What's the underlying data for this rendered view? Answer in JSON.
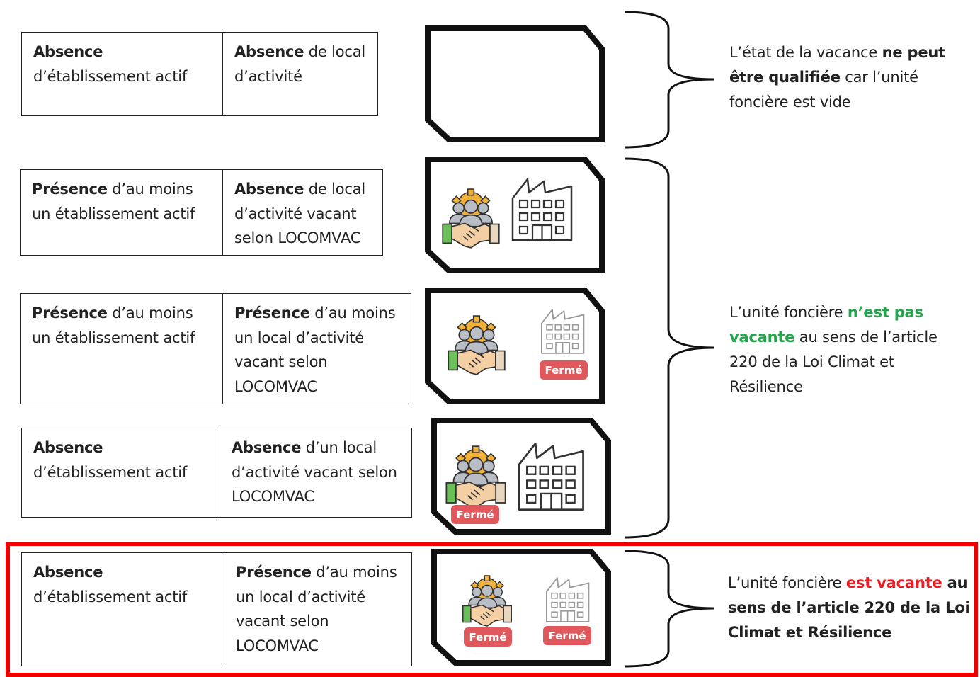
{
  "rows": [
    {
      "etab_bold": "Absence",
      "etab_rest": "d’établissement actif",
      "local_bold": "Absence",
      "local_rest": " de local d’activité"
    },
    {
      "etab_bold": "Présence",
      "etab_rest": " d’au moins un établissement actif",
      "local_bold": "Absence",
      "local_rest": " de local d’activité vacant selon LOCOMVAC"
    },
    {
      "etab_bold": "Présence",
      "etab_rest": " d’au moins un établissement actif",
      "local_bold": "Présence",
      "local_rest": " d’au moins un local d’activité vacant selon LOCOMVAC"
    },
    {
      "etab_bold": "Absence",
      "etab_rest": "d’établissement actif",
      "local_bold": "Absence",
      "local_rest": " d’un local d’activité vacant selon LOCOMVAC"
    },
    {
      "etab_bold": "Absence",
      "etab_rest": "d’établissement actif",
      "local_bold": "Présence",
      "local_rest": " d’au moins un local d’activité vacant selon LOCOMVAC"
    }
  ],
  "badge_label": "Fermé",
  "icons": {
    "establishment": "team-handshake-icon",
    "local": "building-icon"
  },
  "descriptions": {
    "empty": {
      "t1": "L’état de la vacance ",
      "t2": "ne peut être qualifiée",
      "t3": " car l’unité foncière est vide"
    },
    "not_vacant": {
      "t1": "L’unité foncière ",
      "t2": "n’est pas vacante",
      "t3": " au sens de l’article 220 de la Loi Climat et Résilience"
    },
    "vacant": {
      "t1": "L’unité foncière ",
      "t2": "est vacante",
      "t3": " au sens de l’article 220 de la Loi Climat et Résilience"
    }
  },
  "colors": {
    "green": "#21a64b",
    "red": "#ee1b24",
    "highlight_frame": "#f00000",
    "badge": "#e0585c"
  }
}
